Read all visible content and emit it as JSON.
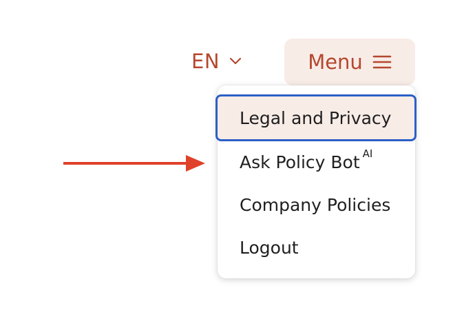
{
  "header": {
    "language": {
      "label": "EN",
      "icon": "chevron-down-icon"
    },
    "menu_button": {
      "label": "Menu",
      "icon": "hamburger-icon"
    }
  },
  "menu": {
    "items": [
      {
        "label": "Legal and Privacy",
        "state": "focused"
      },
      {
        "label": "Ask Policy Bot",
        "badge": "AI"
      },
      {
        "label": "Company Policies"
      },
      {
        "label": "Logout"
      }
    ]
  },
  "colors": {
    "accent": "#b4472d",
    "button_bg": "#f8ece7",
    "focus_ring": "#2b5fc6",
    "annotation_arrow": "#e0412a"
  }
}
